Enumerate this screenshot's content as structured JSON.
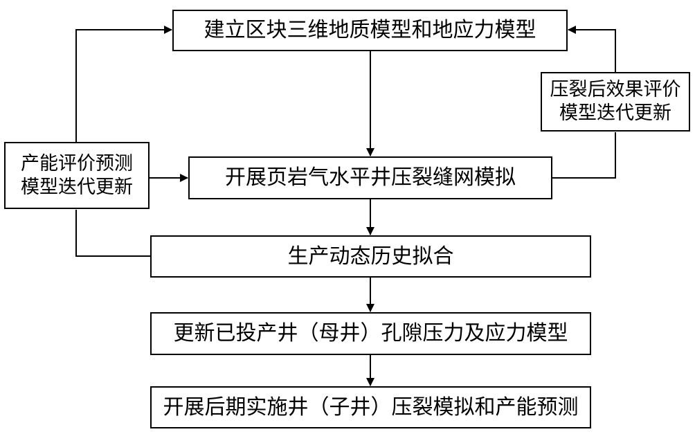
{
  "diagram": {
    "steps": [
      "建立区块三维地质模型和地应力模型",
      "开展页岩气水平井压裂缝网模拟",
      "生产动态历史拟合",
      "更新已投产井（母井）孔隙压力及应力模型",
      "开展后期实施井（子井）压裂模拟和产能预测"
    ],
    "left_loop_box": {
      "line1": "产能评价预测",
      "line2": "模型迭代更新"
    },
    "right_loop_box": {
      "line1": "压裂后效果评价",
      "line2": "模型迭代更新"
    },
    "colors": {
      "line": "#000000",
      "box_border": "#000000",
      "background": "#ffffff"
    }
  }
}
